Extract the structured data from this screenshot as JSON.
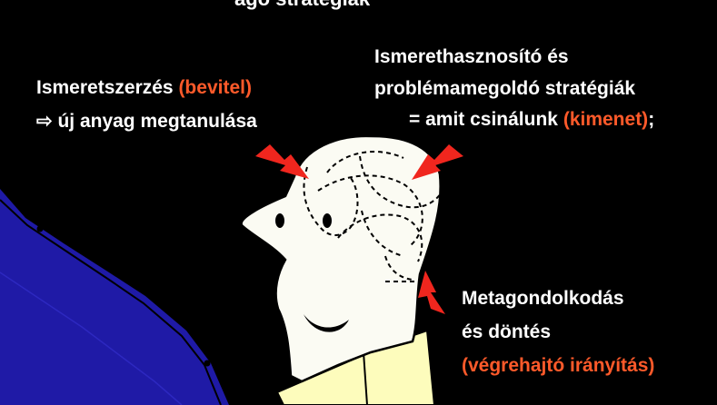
{
  "colors": {
    "background": "#000000",
    "text": "#ffffff",
    "highlight": "#ff5a2a",
    "arrow": "#f0261e",
    "head_fill": "#fbfbf3",
    "collar": "#fdfcbc",
    "blue_shape": "#1f1aa6"
  },
  "top_partial_text": "agó stratégiák",
  "left_block": {
    "line1": {
      "text": "Ismeretszerzés ",
      "highlight": "(bevitel)"
    },
    "line2": {
      "arrow_glyph": "⇨",
      "text": " új anyag megtanulása"
    }
  },
  "right_block": {
    "line1": "Ismerethasznosító és",
    "line2": "problémamegoldó stratégiák",
    "line3": {
      "text": "= amit csinálunk ",
      "highlight": "(kimenet)",
      "suffix": ";"
    }
  },
  "bottom_right_block": {
    "line1": "Metagondolkodás",
    "line2": "és döntés",
    "line3": "(végrehajtó irányítás)"
  },
  "icons": [
    "head-illustration",
    "red-arrow",
    "blue-shape"
  ]
}
